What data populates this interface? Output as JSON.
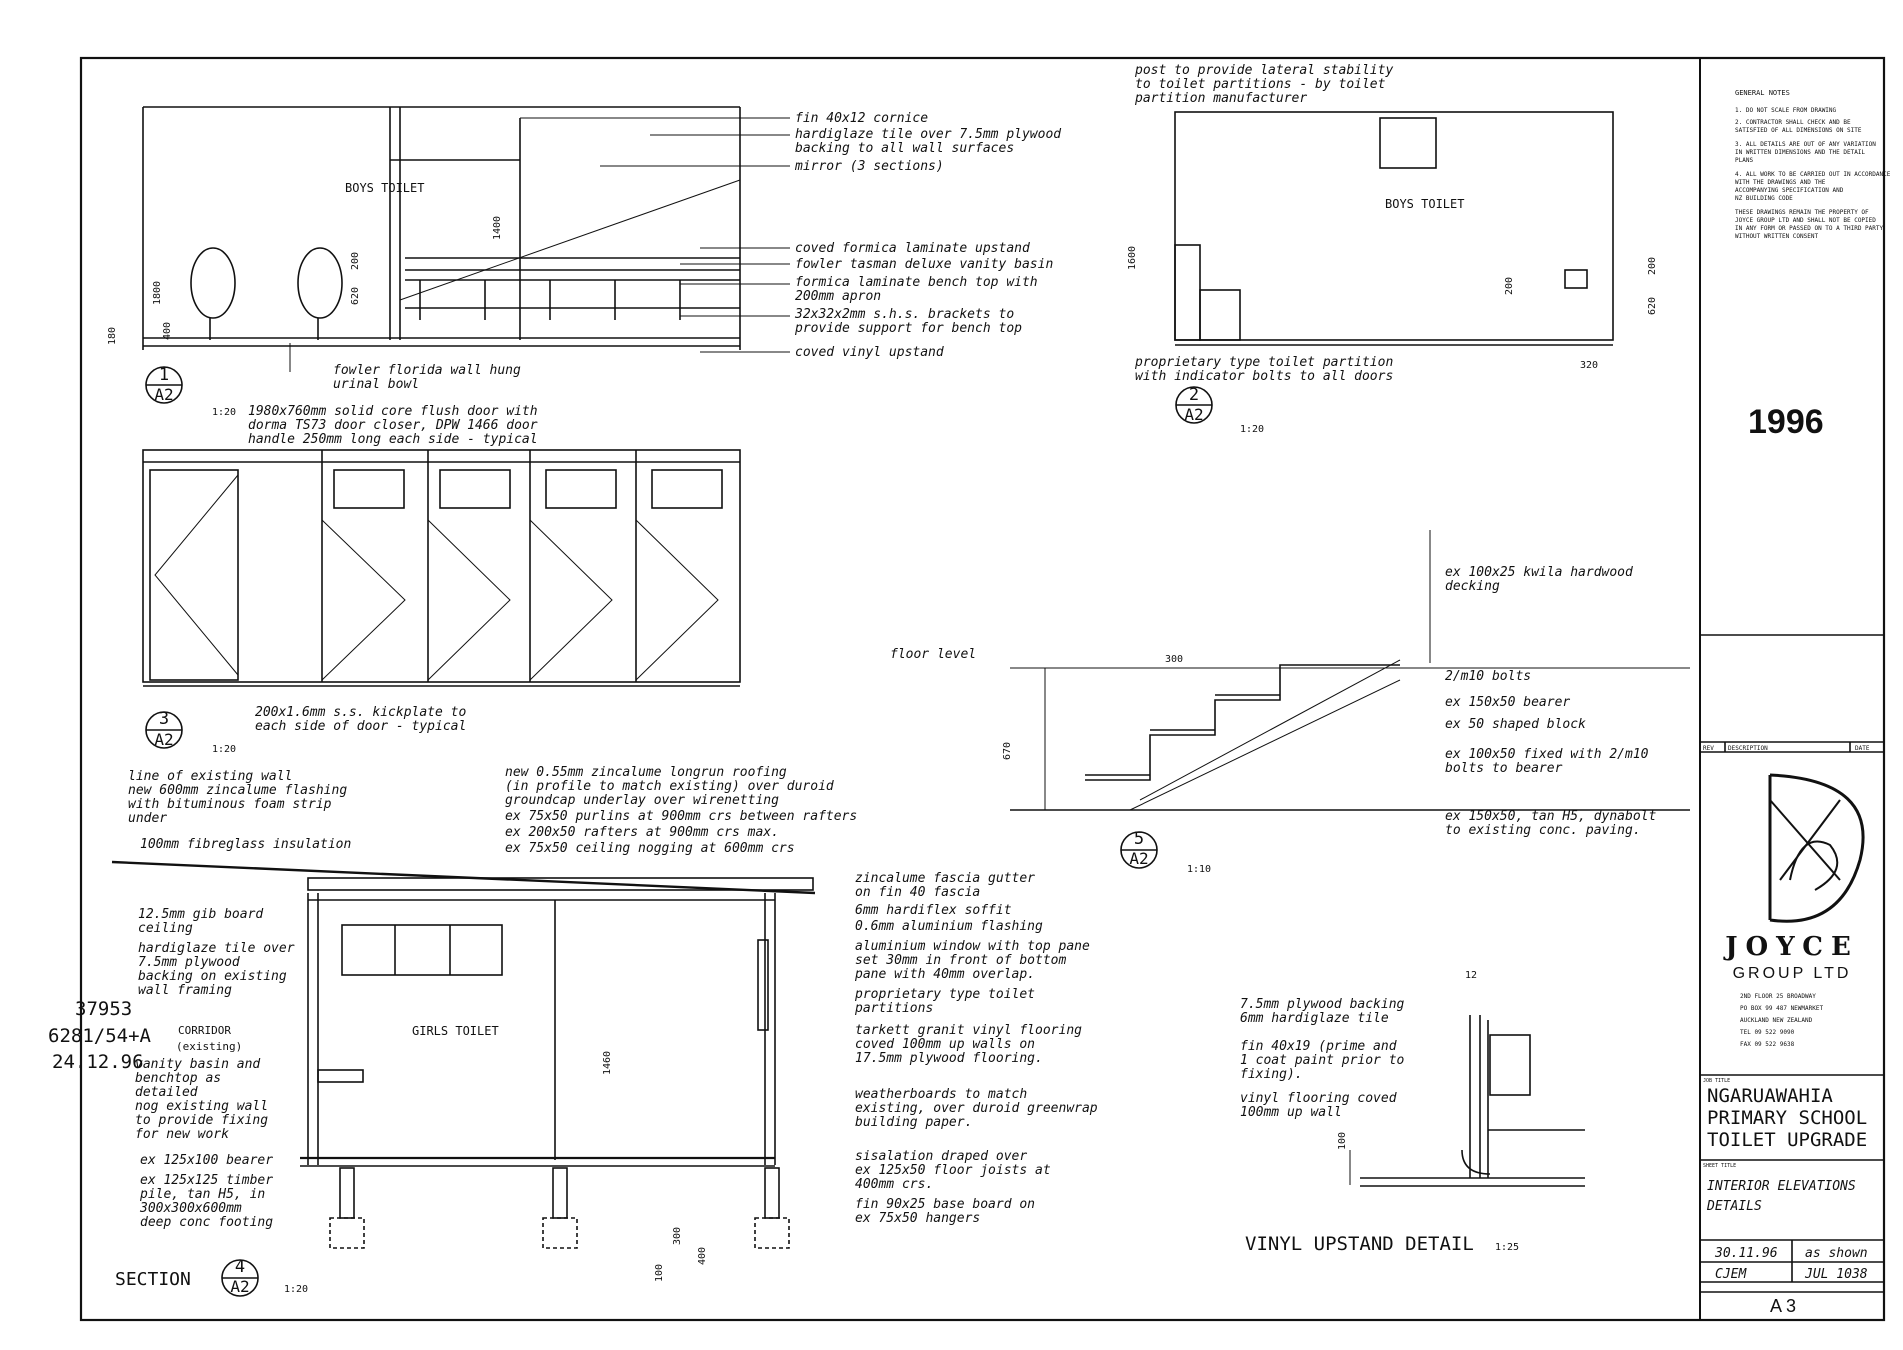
{
  "year": "1996",
  "ref_notes": [
    "37953",
    "6281/54+A",
    "24.12.96"
  ],
  "details": {
    "d1": {
      "num": "1",
      "sheet": "A2",
      "scale": "1:20",
      "room": "BOYS TOILET",
      "dims": [
        "1400",
        "620",
        "200",
        "1800",
        "180",
        "400"
      ],
      "notes": [
        "fin 40x12 cornice",
        "hardiglaze tile over 7.5mm plywood",
        "backing to all wall surfaces",
        "mirror (3 sections)",
        "coved formica laminate upstand",
        "fowler tasman deluxe vanity basin",
        "formica laminate bench top with",
        "200mm apron",
        "32x32x2mm s.h.s. brackets to",
        "provide support for bench top",
        "coved vinyl upstand",
        "fowler florida wall hung",
        "urinal bowl"
      ]
    },
    "d2": {
      "num": "2",
      "sheet": "A2",
      "scale": "1:20",
      "room": "BOYS TOILET",
      "dims": [
        "1600",
        "200",
        "620",
        "200",
        "320"
      ],
      "notes": [
        "post to provide lateral stability",
        "to toilet partitions - by toilet",
        "partition manufacturer",
        "proprietary type toilet partition",
        "with indicator bolts to all doors"
      ]
    },
    "d3": {
      "num": "3",
      "sheet": "A2",
      "scale": "1:20",
      "notes": [
        "1980x760mm solid core flush door with",
        "dorma TS73 door closer, DPW 1466 door",
        "handle 250mm long each side - typical",
        "200x1.6mm s.s. kickplate to",
        "each side of door - typical"
      ]
    },
    "d4": {
      "num": "4",
      "sheet": "A2",
      "scale": "1:20",
      "title": "SECTION",
      "room": "GIRLS TOILET",
      "corridor": "CORRIDOR",
      "existing": "(existing)",
      "dims": [
        "1460",
        "300",
        "100",
        "400"
      ],
      "notes_left": [
        "line of existing wall",
        "new 600mm zincalume flashing",
        "with bituminous foam strip",
        "under",
        "100mm fibreglass insulation",
        "12.5mm gib board",
        "ceiling",
        "hardiglaze tile over",
        "7.5mm plywood",
        "backing on existing",
        "wall framing",
        "vanity basin and",
        "benchtop as",
        "detailed",
        "nog existing wall",
        "to provide fixing",
        "for new work",
        "ex 125x100 bearer",
        "ex 125x125 timber",
        "pile, tan H5, in",
        "300x300x600mm",
        "deep conc footing"
      ],
      "notes_right": [
        "new 0.55mm zincalume longrun roofing",
        "(in profile to match existing) over duroid",
        "groundcap underlay over wirenetting",
        "ex 75x50 purlins at 900mm crs between rafters",
        "ex 200x50 rafters at 900mm crs max.",
        "ex 75x50 ceiling nogging at 600mm crs",
        "zincalume fascia gutter",
        "on fin 40 fascia",
        "6mm hardiflex soffit",
        "0.6mm aluminium flashing",
        "aluminium window with top pane",
        "set 30mm in front of bottom",
        "pane with 40mm overlap.",
        "proprietary type toilet",
        "partitions",
        "tarkett granit vinyl flooring",
        "coved 100mm up walls on",
        "17.5mm plywood flooring.",
        "weatherboards to match",
        "existing, over duroid greenwrap",
        "building paper.",
        "sisalation draped over",
        "ex 125x50 floor joists at",
        "400mm crs.",
        "fin 90x25 base board on",
        "ex 75x50 hangers"
      ]
    },
    "d5": {
      "num": "5",
      "sheet": "A2",
      "scale": "1:10",
      "dims": [
        "670",
        "300"
      ],
      "notes": [
        "ex 100x25 kwila hardwood",
        "decking",
        "floor level",
        "2/m10 bolts",
        "ex 150x50 bearer",
        "ex 50 shaped block",
        "ex 100x50 fixed with 2/m10",
        "bolts to bearer",
        "ex 150x50, tan H5, dynabolt",
        "to existing conc. paving."
      ]
    },
    "vinyl": {
      "title": "VINYL UPSTAND DETAIL",
      "scale": "1:25",
      "dims": [
        "12",
        "100"
      ],
      "notes": [
        "7.5mm plywood backing",
        "6mm hardiglaze tile",
        "fin 40x19 (prime and",
        "1 coat paint prior to",
        "fixing).",
        "vinyl flooring coved",
        "100mm up wall"
      ]
    }
  },
  "title_block": {
    "general_notes_title": "GENERAL NOTES",
    "general_notes": [
      "1. DO NOT SCALE FROM DRAWING",
      "2. CONTRACTOR SHALL CHECK AND BE",
      "   SATISFIED OF ALL DIMENSIONS ON SITE",
      "3. ALL DETAILS ARE OUT OF ANY VARIATION",
      "   IN WRITTEN DIMENSIONS AND THE DETAIL",
      "   PLANS",
      "4. ALL WORK TO BE CARRIED OUT IN ACCORDANCE",
      "   WITH THE DRAWINGS AND THE",
      "   ACCOMPANYING SPECIFICATION AND",
      "   NZ BUILDING CODE",
      "THESE DRAWINGS REMAIN THE PROPERTY OF",
      "JOYCE GROUP LTD AND SHALL NOT BE COPIED",
      "IN ANY FORM OR PASSED ON TO A THIRD PARTY",
      "WITHOUT WRITTEN CONSENT"
    ],
    "rev_headers": [
      "REV",
      "DESCRIPTION",
      "DATE"
    ],
    "company_name": "JOYCE",
    "company_sub": "GROUP LTD",
    "address": [
      "2ND FLOOR 25 BROADWAY",
      "PO BOX 99 487 NEWMARKET",
      "AUCKLAND NEW ZEALAND",
      "TEL 09 522 9090",
      "FAX 09 522 9638"
    ],
    "job_label": "JOB TITLE",
    "job_title": [
      "NGARUAWAHIA",
      "PRIMARY SCHOOL",
      "TOILET UPGRADE"
    ],
    "sheet_label": "SHEET TITLE",
    "sheet_title": [
      "INTERIOR ELEVATIONS",
      "DETAILS"
    ],
    "date": "30.11.96",
    "scale": "as shown",
    "drawn": "CJEM",
    "job_no": "JUL 1038",
    "sheet_no": "A 3"
  }
}
